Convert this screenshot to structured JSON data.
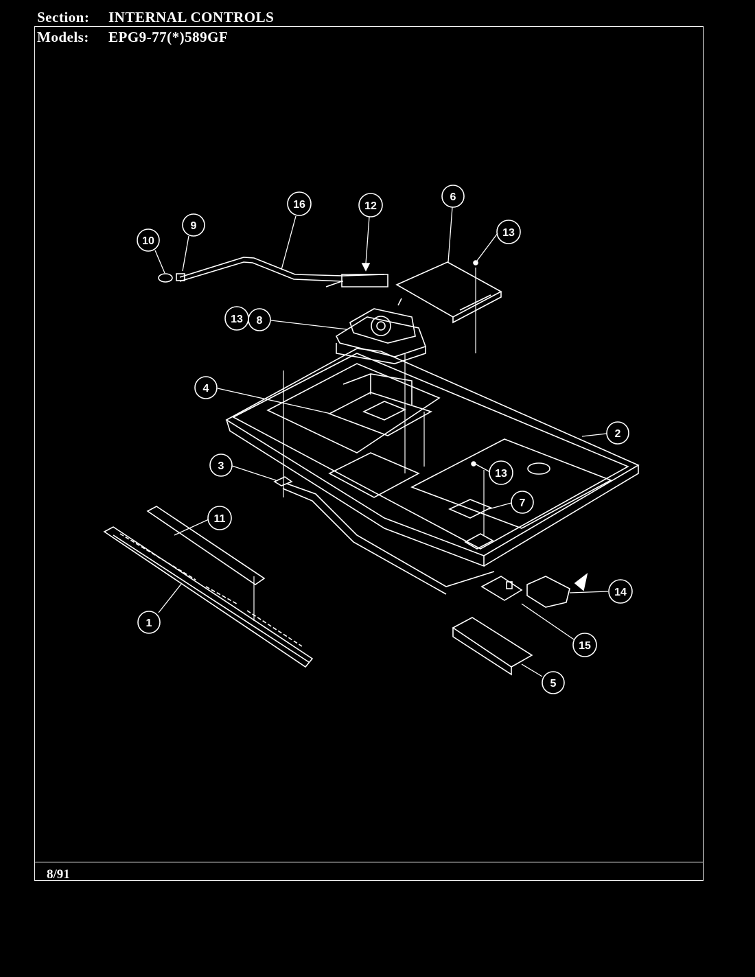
{
  "header": {
    "section_label": "Section:",
    "section_value": "INTERNAL CONTROLS",
    "models_label": "Models:",
    "models_value": "EPG9-77(*)589GF"
  },
  "footer": {
    "date": "8/91"
  },
  "callouts": [
    {
      "id": "10",
      "label": "10"
    },
    {
      "id": "9",
      "label": "9"
    },
    {
      "id": "16",
      "label": "16"
    },
    {
      "id": "12",
      "label": "12"
    },
    {
      "id": "6",
      "label": "6"
    },
    {
      "id": "13a",
      "label": "13"
    },
    {
      "id": "13b",
      "label": "13"
    },
    {
      "id": "8",
      "label": "8"
    },
    {
      "id": "4",
      "label": "4"
    },
    {
      "id": "2",
      "label": "2"
    },
    {
      "id": "3",
      "label": "3"
    },
    {
      "id": "13c",
      "label": "13"
    },
    {
      "id": "7",
      "label": "7"
    },
    {
      "id": "11",
      "label": "11"
    },
    {
      "id": "14",
      "label": "14"
    },
    {
      "id": "1",
      "label": "1"
    },
    {
      "id": "15",
      "label": "15"
    },
    {
      "id": "5",
      "label": "5"
    }
  ],
  "colors": {
    "background": "#000000",
    "ink": "#ffffff"
  }
}
